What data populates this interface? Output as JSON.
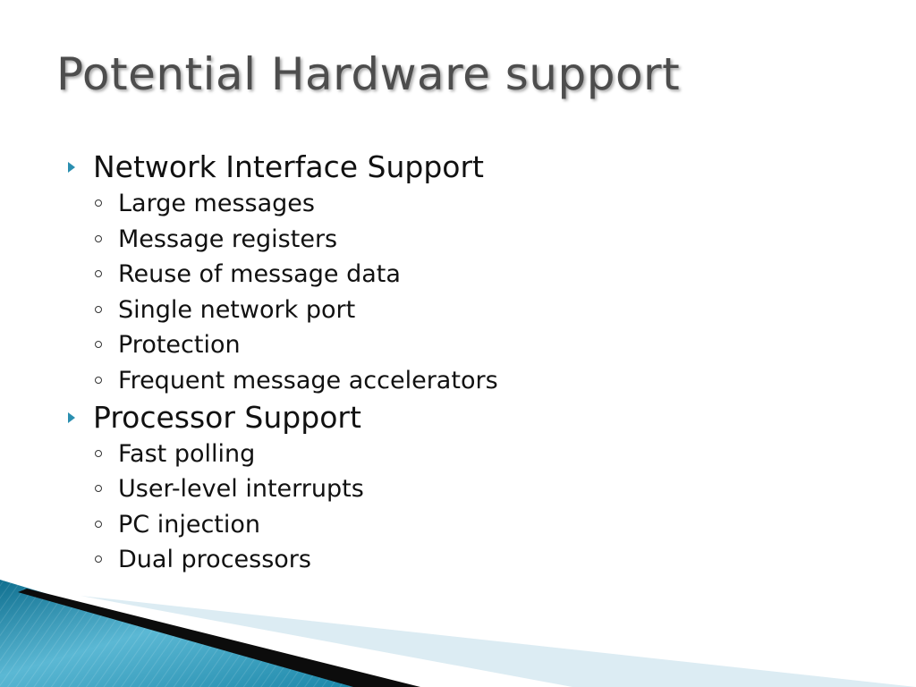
{
  "slide": {
    "title": "Potential Hardware support",
    "sections": [
      {
        "heading": "Network Interface Support",
        "items": [
          "Large messages",
          "Message registers",
          "Reuse of message data",
          "Single network port",
          "Protection",
          "Frequent message accelerators"
        ]
      },
      {
        "heading": "Processor Support",
        "items": [
          "Fast polling",
          "User-level interrupts",
          "PC injection",
          "Dual processors"
        ]
      }
    ]
  },
  "theme": {
    "accent": "#2b8fb0",
    "title_color": "#4d4d4d",
    "text_color": "#111111"
  }
}
